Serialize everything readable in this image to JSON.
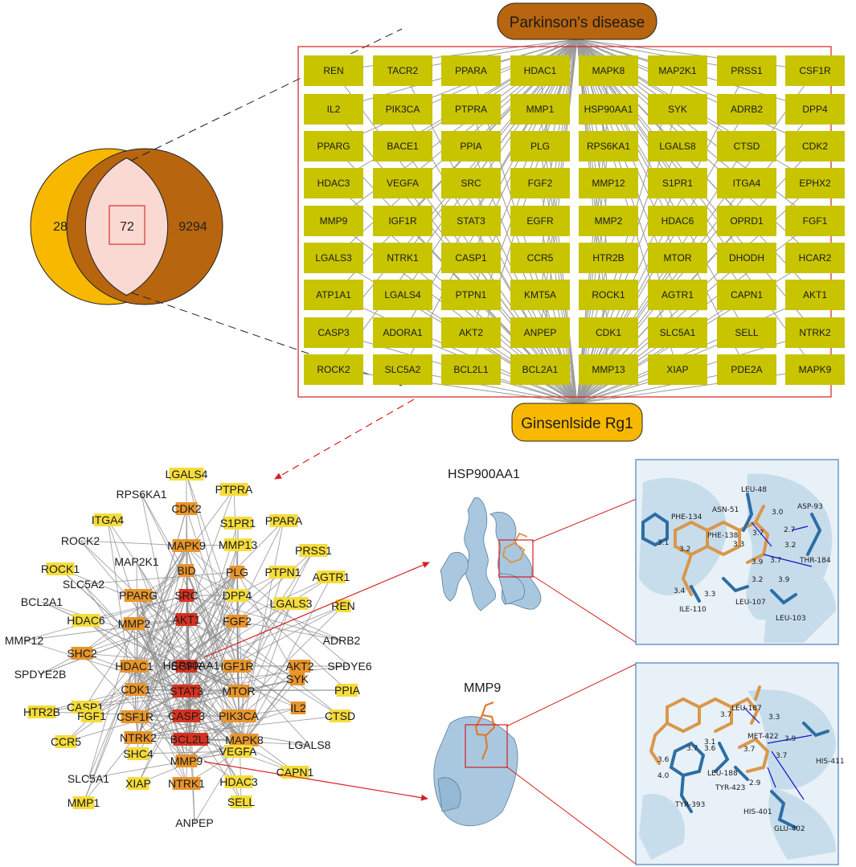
{
  "venn": {
    "left_count": "28",
    "center_count": "72",
    "right_count": "9294",
    "colors": {
      "left": "#f8b800",
      "right": "#b8650f",
      "overlap": "#f9d9d2",
      "highlight": "#e03030"
    }
  },
  "grid": {
    "top_label": "Parkinson's disease",
    "bottom_label": "Ginsenlside Rg1",
    "box_color": "#c8c400",
    "rows": [
      [
        "REN",
        "TACR2",
        "PPARA",
        "HDAC1",
        "MAPK8",
        "MAP2K1",
        "PRSS1",
        "CSF1R"
      ],
      [
        "IL2",
        "PIK3CA",
        "PTPRA",
        "MMP1",
        "HSP90AA1",
        "SYK",
        "ADRB2",
        "DPP4"
      ],
      [
        "PPARG",
        "BACE1",
        "PPIA",
        "PLG",
        "RPS6KA1",
        "LGALS8",
        "CTSD",
        "CDK2"
      ],
      [
        "HDAC3",
        "VEGFA",
        "SRC",
        "FGF2",
        "MMP12",
        "S1PR1",
        "ITGA4",
        "EPHX2"
      ],
      [
        "MMP9",
        "IGF1R",
        "STAT3",
        "EGFR",
        "MMP2",
        "HDAC6",
        "OPRD1",
        "FGF1"
      ],
      [
        "LGALS3",
        "NTRK1",
        "CASP1",
        "CCR5",
        "HTR2B",
        "MTOR",
        "DHODH",
        "HCAR2"
      ],
      [
        "ATP1A1",
        "LGALS4",
        "PTPN1",
        "KMT5A",
        "ROCK1",
        "AGTR1",
        "CAPN1",
        "AKT1"
      ],
      [
        "CASP3",
        "ADORA1",
        "AKT2",
        "ANPEP",
        "CDK1",
        "SLC5A1",
        "SELL",
        "NTRK2"
      ],
      [
        "ROCK2",
        "SLC5A2",
        "BCL2L1",
        "BCL2A1",
        "MMP13",
        "XIAP",
        "PDE2A",
        "MAPK9"
      ]
    ]
  },
  "network": {
    "nodes": [
      {
        "label": "LGALS4",
        "tier": "y"
      },
      {
        "label": "RPS6KA1",
        "tier": "n"
      },
      {
        "label": "PTPRA",
        "tier": "y"
      },
      {
        "label": "ITGA4",
        "tier": "y"
      },
      {
        "label": "CDK2",
        "tier": "o"
      },
      {
        "label": "S1PR1",
        "tier": "y"
      },
      {
        "label": "PPARA",
        "tier": "y"
      },
      {
        "label": "ROCK2",
        "tier": "n"
      },
      {
        "label": "MAPK9",
        "tier": "o"
      },
      {
        "label": "MMP13",
        "tier": "y"
      },
      {
        "label": "PRSS1",
        "tier": "y"
      },
      {
        "label": "MAP2K1",
        "tier": "n"
      },
      {
        "label": "ROCK1",
        "tier": "y"
      },
      {
        "label": "SLC5A2",
        "tier": "n"
      },
      {
        "label": "BID",
        "tier": "o"
      },
      {
        "label": "PLG",
        "tier": "o"
      },
      {
        "label": "PTPN1",
        "tier": "y"
      },
      {
        "label": "AGTR1",
        "tier": "y"
      },
      {
        "label": "BCL2A1",
        "tier": "n"
      },
      {
        "label": "PPARG",
        "tier": "o"
      },
      {
        "label": "SRC",
        "tier": "r"
      },
      {
        "label": "DPP4",
        "tier": "y"
      },
      {
        "label": "LGALS3",
        "tier": "y"
      },
      {
        "label": "REN",
        "tier": "y"
      },
      {
        "label": "HDAC6",
        "tier": "y"
      },
      {
        "label": "MMP2",
        "tier": "o"
      },
      {
        "label": "AKT1",
        "tier": "r"
      },
      {
        "label": "FGF2",
        "tier": "o"
      },
      {
        "label": "MMP12",
        "tier": "n"
      },
      {
        "label": "ADRB2",
        "tier": "n"
      },
      {
        "label": "SHC2",
        "tier": "o"
      },
      {
        "label": "HDAC1",
        "tier": "o"
      },
      {
        "label": "EGFR",
        "tier": "r"
      },
      {
        "label": "IGF1R",
        "tier": "o"
      },
      {
        "label": "AKT2",
        "tier": "o"
      },
      {
        "label": "SPDYE2B",
        "tier": "n"
      },
      {
        "label": "CDK1",
        "tier": "o"
      },
      {
        "label": "HSP90AA1",
        "tier": "n"
      },
      {
        "label": "MTOR",
        "tier": "o"
      },
      {
        "label": "SPDYE6",
        "tier": "n"
      },
      {
        "label": "CASP1",
        "tier": "y"
      },
      {
        "label": "CSF1R",
        "tier": "o"
      },
      {
        "label": "STAT3",
        "tier": "r"
      },
      {
        "label": "PIK3CA",
        "tier": "o"
      },
      {
        "label": "SYK",
        "tier": "o"
      },
      {
        "label": "PPIA",
        "tier": "y"
      },
      {
        "label": "HTR2B",
        "tier": "y"
      },
      {
        "label": "FGF1",
        "tier": "y"
      },
      {
        "label": "NTRK2",
        "tier": "o"
      },
      {
        "label": "CASP3",
        "tier": "r"
      },
      {
        "label": "MAPK8",
        "tier": "o"
      },
      {
        "label": "IL2",
        "tier": "o"
      },
      {
        "label": "CTSD",
        "tier": "y"
      },
      {
        "label": "CCR5",
        "tier": "y"
      },
      {
        "label": "BCL2L1",
        "tier": "r"
      },
      {
        "label": "VEGFA",
        "tier": "y"
      },
      {
        "label": "LGALS8",
        "tier": "n"
      },
      {
        "label": "SHC4",
        "tier": "y"
      },
      {
        "label": "MMP9",
        "tier": "o"
      },
      {
        "label": "CAPN1",
        "tier": "y"
      },
      {
        "label": "SLC5A1",
        "tier": "n"
      },
      {
        "label": "XIAP",
        "tier": "y"
      },
      {
        "label": "NTRK1",
        "tier": "o"
      },
      {
        "label": "HDAC3",
        "tier": "y"
      },
      {
        "label": "MMP1",
        "tier": "y"
      },
      {
        "label": "SELL",
        "tier": "y"
      },
      {
        "label": "ANPEP",
        "tier": "n"
      }
    ],
    "colors": {
      "r": "#d63220",
      "o": "#e8952c",
      "y": "#f5dc3c",
      "n": "#ffffff",
      "edge": "#8c8c8c"
    }
  },
  "docking": [
    {
      "title": "HSP900AA1",
      "distances": [
        "3.0",
        "2.7",
        "3.7",
        "3.3",
        "3.2",
        "3.9",
        "3.7",
        "3.1",
        "3.2",
        "3.2",
        "3.9",
        "3.4",
        "3.3"
      ],
      "residues": [
        "LEU-48",
        "ASN-51",
        "ASP-93",
        "PHE-134",
        "PHE-138",
        "THR-184",
        "LEU-107",
        "ILE-110",
        "LEU-103"
      ]
    },
    {
      "title": "MMP9",
      "distances": [
        "3.7",
        "3.3",
        "3.1",
        "3.6",
        "3.7",
        "3.7",
        "3.9",
        "3.7",
        "2.9",
        "3.6",
        "4.0"
      ],
      "residues": [
        "LEU-187",
        "MET-422",
        "HIS-411",
        "LEU-188",
        "TYR-423",
        "TYR-393",
        "HIS-401",
        "GLU-402"
      ]
    }
  ]
}
